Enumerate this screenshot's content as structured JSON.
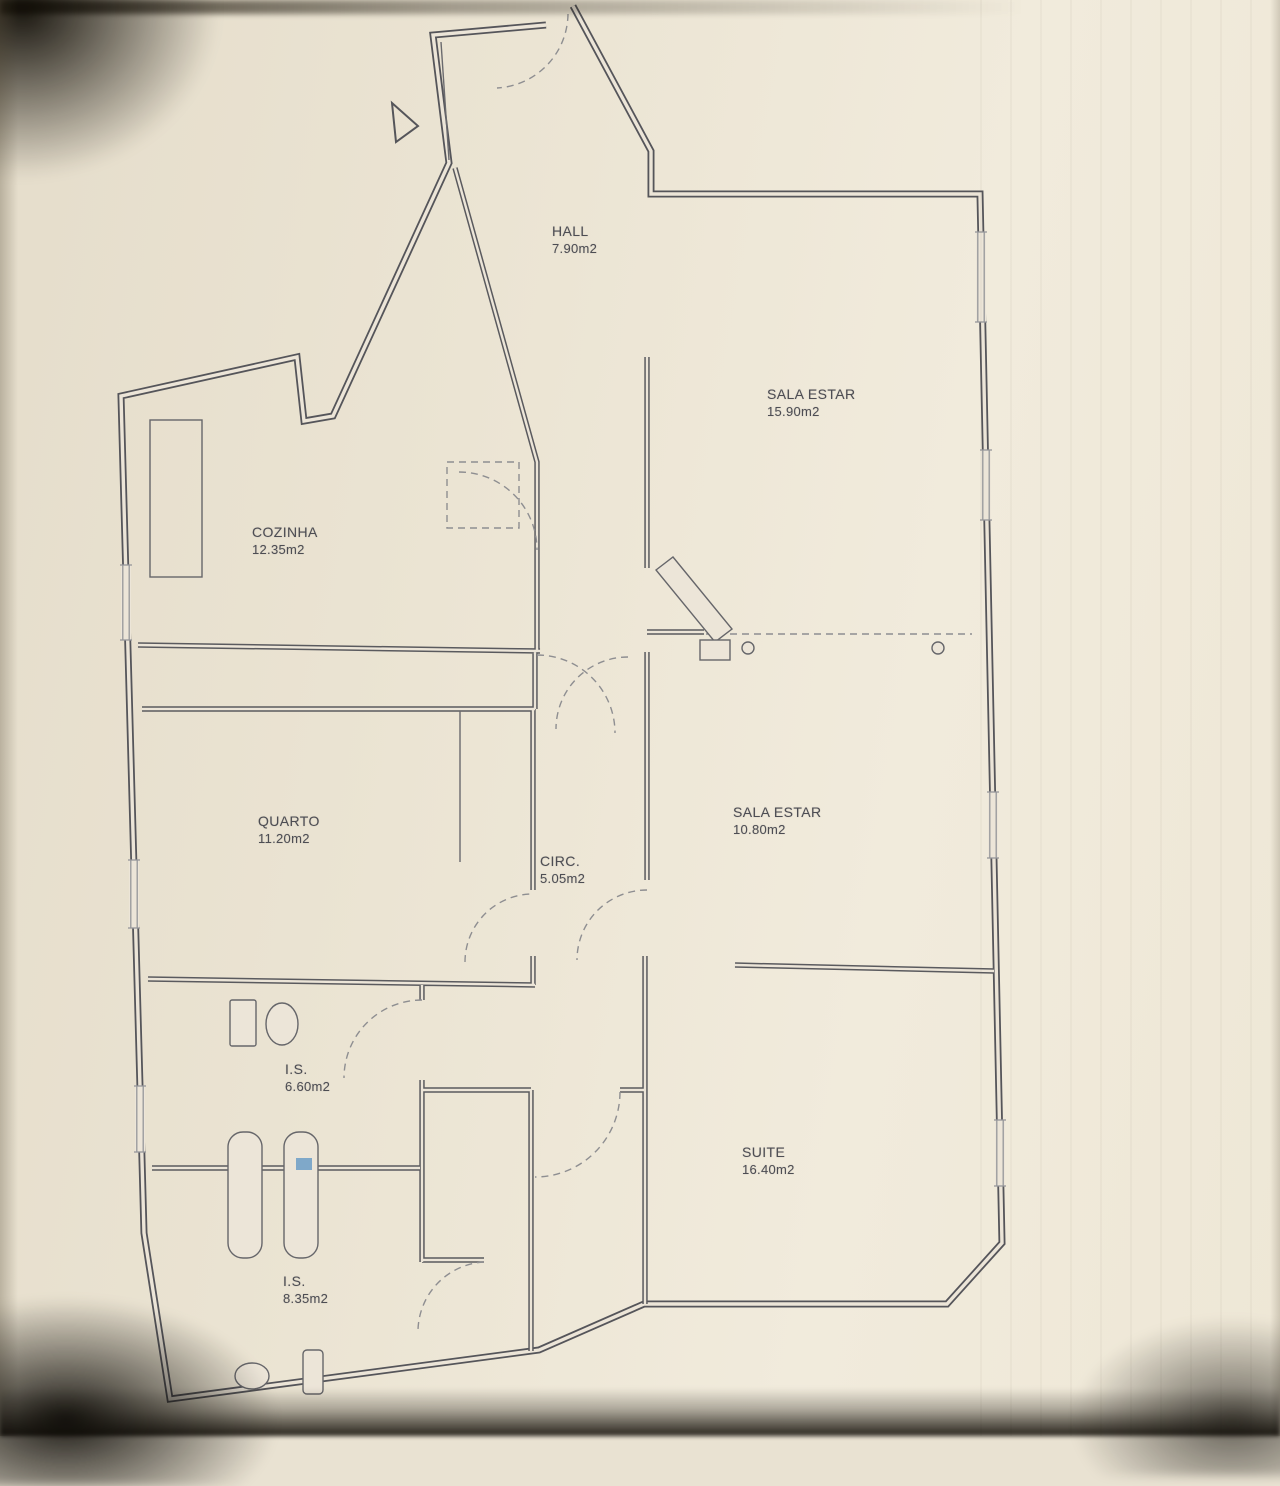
{
  "document": {
    "kind": "apartment floor plan (scanned photo)"
  },
  "rooms": [
    {
      "id": "hall",
      "name": "HALL",
      "area": "7.90m2"
    },
    {
      "id": "sala-estar-1",
      "name": "SALA ESTAR",
      "area": "15.90m2"
    },
    {
      "id": "cozinha",
      "name": "COZINHA",
      "area": "12.35m2"
    },
    {
      "id": "quarto",
      "name": "QUARTO",
      "area": "11.20m2"
    },
    {
      "id": "sala-estar-2",
      "name": "SALA ESTAR",
      "area": "10.80m2"
    },
    {
      "id": "circ",
      "name": "CIRC.",
      "area": "5.05m2"
    },
    {
      "id": "is-1",
      "name": "I.S.",
      "area": "6.60m2"
    },
    {
      "id": "suite",
      "name": "SUITE",
      "area": "16.40m2"
    },
    {
      "id": "is-2",
      "name": "I.S.",
      "area": "8.35m2"
    }
  ],
  "colors": {
    "paper": "#ece5d8",
    "line": "#55555a",
    "text": "#4d4d53",
    "accent_blue": "#7fa8c9"
  }
}
